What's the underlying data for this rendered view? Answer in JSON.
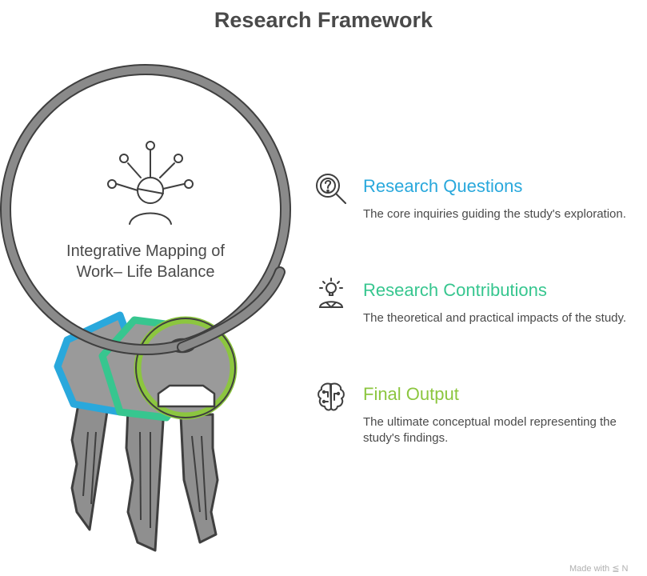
{
  "title": "Research Framework",
  "center_label": "Integrative Mapping of Work– Life Balance",
  "center_icon": "person-network-icon",
  "colors": {
    "blue": "#29a8dc",
    "teal": "#37c68f",
    "green": "#8cc63f",
    "text": "#4a4a4a",
    "ring": "#8a8a8a"
  },
  "items": [
    {
      "heading": "Research Questions",
      "description": "The core inquiries guiding the study's exploration.",
      "icon": "question-search-icon",
      "color": "#29a8dc"
    },
    {
      "heading": "Research Contributions",
      "description": "The theoretical and practical impacts of the study.",
      "icon": "lightbulb-person-icon",
      "color": "#37c68f"
    },
    {
      "heading": "Final Output",
      "description": "The ultimate conceptual model representing the study's findings.",
      "icon": "brain-circuit-icon",
      "color": "#8cc63f"
    }
  ],
  "watermark": "Made with ≦ N"
}
